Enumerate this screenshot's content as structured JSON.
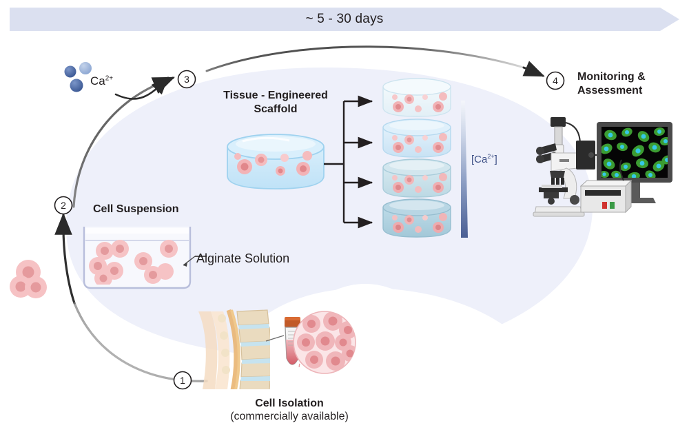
{
  "diagram": {
    "title": "Alginate tissue-engineered scaffold workflow",
    "timeline": {
      "label": "~ 5 - 30 days"
    },
    "steps": [
      {
        "number": "1",
        "title": "Cell Isolation",
        "subtitle": "(commercially available)"
      },
      {
        "number": "2",
        "title": "Cell Suspension",
        "annotation": "Alginate Solution"
      },
      {
        "number": "3",
        "title": "Tissue - Engineered Scaffold",
        "reagent": "Ca2+"
      },
      {
        "number": "4",
        "title": "Monitoring & Assessment"
      }
    ],
    "labels": {
      "ca_ion": "Ca",
      "ca_ion_charge": "2+",
      "scaffold_line1": "Tissue - Engineered",
      "scaffold_line2": "Scaffold",
      "cell_suspension": "Cell Suspension",
      "alginate_solution": "Alginate Solution",
      "ca_concentration": "[Ca",
      "ca_concentration_sup": "2+",
      "ca_concentration_end": "]",
      "monitoring_line1": "Monitoring &",
      "monitoring_line2": "Assessment",
      "cell_isolation": "Cell Isolation",
      "cell_isolation_note": "(commercially available)"
    },
    "gradient": {
      "caption": "[Ca2+]",
      "direction": "increases downward",
      "dishes": 4
    },
    "colors": {
      "timeline_band": "#dbe0f0",
      "background_blob": "#eef0fa",
      "dish_pale": "#e8f3f8",
      "dish_blue": "#cfe6f5",
      "dish_teal_light": "#c2dce4",
      "dish_teal": "#a9ccd9",
      "cell_pink": "#f3b9bb",
      "cell_pink_dark": "#e79a9c",
      "ca_dot_dark": "#3f5f9e",
      "ca_dot_light": "#8aa4cf",
      "gradient_top": "#f2f4fa",
      "gradient_bottom": "#4a5f94",
      "arrow_dark": "#231f20",
      "arc_gray": "#5a5a5a",
      "text": "#231f20",
      "screen_bg": "#050505",
      "fluor_green": "#3fa535",
      "fluor_cyan": "#35c8e8"
    }
  }
}
